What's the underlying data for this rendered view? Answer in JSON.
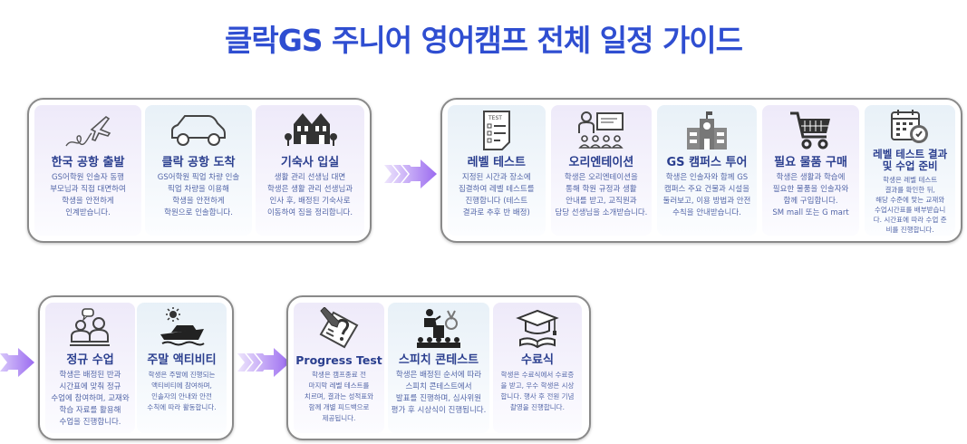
{
  "title": "클락GS 주니어 영어캠프 전체 일정 가이드",
  "colors": {
    "title": "#2f4ed1",
    "step_title": "#2b3f8f",
    "step_desc": "#5366a8",
    "arrow_start": "#e6dcfa",
    "arrow_end": "#9b6bf0",
    "border": "#8a8a8a"
  },
  "groups": [
    {
      "steps": [
        {
          "icon": "airplane-icon",
          "title": "한국 공항 출발",
          "desc": "GS어학원 인솔자 동행\n부모님과 직접 대면하여\n학생을 안전하게\n인계받습니다."
        },
        {
          "icon": "car-icon",
          "title": "클락 공항 도착",
          "desc": "GS어학원 픽업 차량 인솔\n픽업 차량을 이용해\n학생을 안전하게\n학원으로 인솔합니다."
        },
        {
          "icon": "dormitory-icon",
          "title": "기숙사 입실",
          "desc": "생활 관리 선생님 대면\n학생은 생활 관리 선생님과\n인사 후, 배정된 기숙사로\n이동하여 짐을 정리합니다."
        }
      ]
    },
    {
      "steps": [
        {
          "icon": "test-paper-icon",
          "title": "레벨 테스트",
          "desc": "지정된 시간과 장소에\n집결하여 레벨 테스트를\n진행합니다 (테스트\n결과로 추후 반 배정)"
        },
        {
          "icon": "presentation-icon",
          "title": "오리엔테이션",
          "desc": "학생은 오리엔테이션을\n통해 학원 규정과 생활\n안내를 받고, 교직원과\n담당 선생님을 소개받습니다."
        },
        {
          "icon": "campus-building-icon",
          "title": "GS 캠퍼스 투어",
          "desc": "학생은 인솔자와 함께 GS\n캠퍼스 주요 건물과 시설을\n둘러보고, 이용 방법과 안전\n수칙을 안내받습니다."
        },
        {
          "icon": "shopping-cart-icon",
          "title": "필요 물품 구매",
          "desc": "학생은 생활과 학습에\n필요한 물품을 인솔자와\n함께 구입합니다.\nSM mall 또는 G mart"
        },
        {
          "icon": "calendar-clock-icon",
          "title": "레벨 테스트 결과\n및 수업 준비",
          "desc": "학생은 레벨 테스트\n결과를 확인한 뒤,\n해당 수준에 맞는 교재와\n수업시간표를 배부받습니\n다. 시간표에 따라 수업 준\n비를 진행합니다."
        }
      ]
    },
    {
      "steps": [
        {
          "icon": "class-discussion-icon",
          "title": "정규 수업",
          "desc": "학생은 배정된 반과\n시간표에 맞춰 정규\n수업에 참여하며, 교재와\n학습 자료를 활용해\n수업을 진행합니다."
        },
        {
          "icon": "boat-sun-icon",
          "title": "주말 액티비티",
          "desc": "학생은 주말에 진행되는\n액티비티에 참여하며,\n인솔자의 안내와 안전\n수칙에 따라 활동합니다."
        }
      ]
    },
    {
      "steps": [
        {
          "icon": "exam-pencil-icon",
          "title": "Progress Test",
          "desc": "학생은 캠프종료 전\n마지막 레벨 테스트를\n치르며, 결과는 성적표와\n함께 개별 피드백으로\n제공됩니다."
        },
        {
          "icon": "speech-podium-icon",
          "title": "스피치 콘테스트",
          "desc": "학생은 배정된 순서에 따라\n스피치 콘테스트에서\n발표를 진행하며, 심사위원\n평가 후 시상식이 진행됩니다."
        },
        {
          "icon": "graduation-cap-icon",
          "title": "수료식",
          "desc": "학생은 수료식에서 수료증\n을 받고, 우수 학생은 시상\n합니다. 행사 후 전원 기념\n촬영을 진행합니다."
        }
      ]
    }
  ]
}
